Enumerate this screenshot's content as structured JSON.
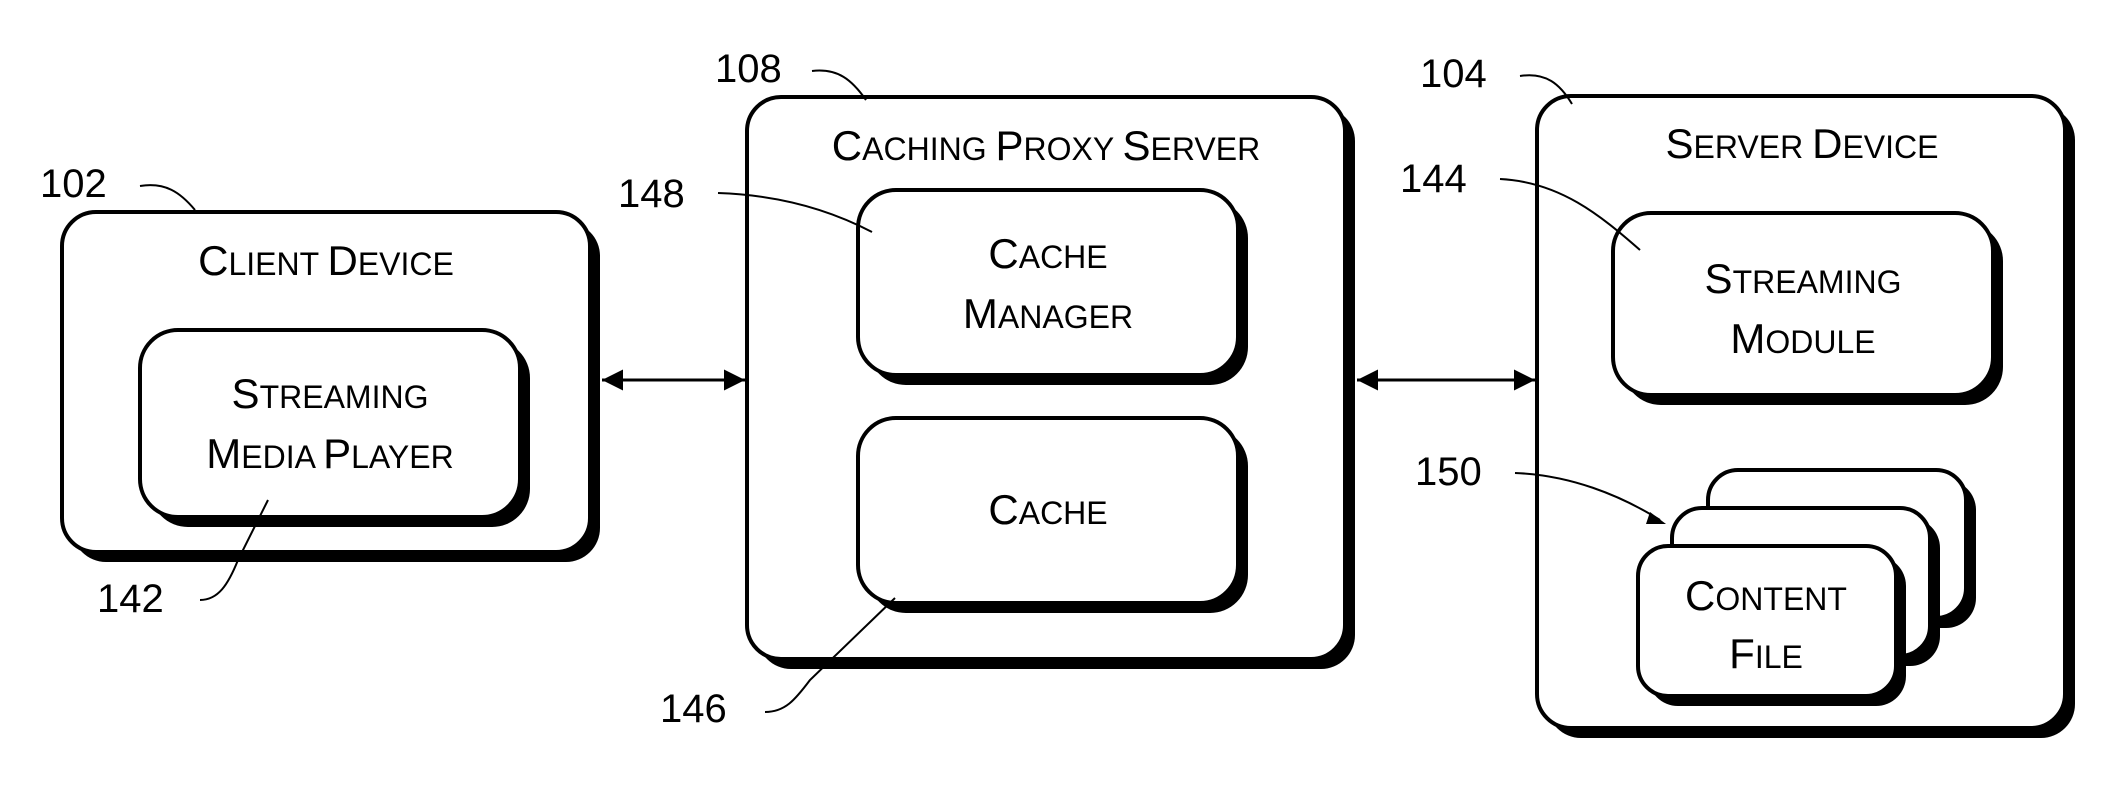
{
  "client_device": {
    "ref": "102",
    "title": [
      "C",
      "LIENT ",
      "D",
      "EVICE"
    ],
    "player": {
      "ref": "142",
      "line1": [
        "S",
        "TREAMING"
      ],
      "line2": [
        "M",
        "EDIA ",
        "P",
        "LAYER"
      ]
    }
  },
  "proxy_server": {
    "ref": "108",
    "title": [
      "C",
      "ACHING ",
      "P",
      "ROXY ",
      "S",
      "ERVER"
    ],
    "cache_manager": {
      "ref": "148",
      "line1": [
        "C",
        "ACHE"
      ],
      "line2": [
        "M",
        "ANAGER"
      ]
    },
    "cache": {
      "ref": "146",
      "line1": [
        "C",
        "ACHE"
      ]
    }
  },
  "server_device": {
    "ref": "104",
    "title": [
      "S",
      "ERVER ",
      "D",
      "EVICE"
    ],
    "streaming_module": {
      "ref": "144",
      "line1": [
        "S",
        "TREAMING"
      ],
      "line2": [
        "M",
        "ODULE"
      ]
    },
    "content_file": {
      "ref": "150",
      "line1": [
        "C",
        "ONTENT"
      ],
      "line2": [
        "F",
        "ILE"
      ]
    }
  }
}
